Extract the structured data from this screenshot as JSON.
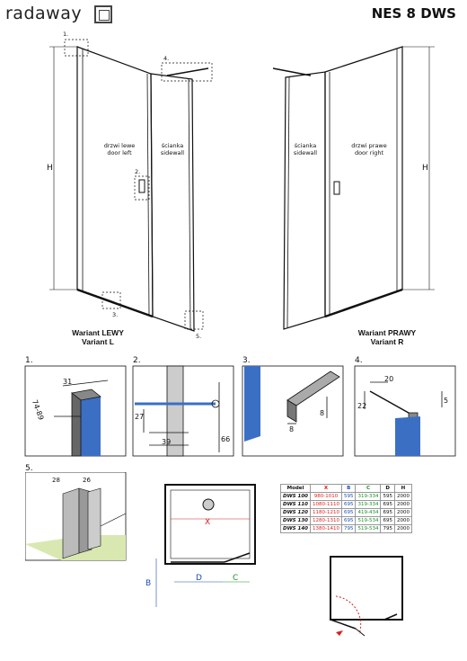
{
  "header": {
    "brand": "radaway",
    "model": "NES 8 DWS"
  },
  "main_drawing": {
    "left_panel_label": "drzwi lewe\ndoor left",
    "left_wall_label": "ścianka\nsidewall",
    "right_wall_label": "ścianka\nsidewall",
    "right_panel_label": "drzwi prawe\ndoor right",
    "height_label": "H",
    "callouts": [
      "1.",
      "2.",
      "3.",
      "4.",
      "5."
    ],
    "variant_left": "Wariant LEWY\nVariant L",
    "variant_right": "Wariant PRAWY\nVariant R"
  },
  "details": {
    "d1": {
      "num": "1.",
      "dims": [
        "31",
        "74-89"
      ]
    },
    "d2": {
      "num": "2.",
      "dims": [
        "27",
        "39",
        "66"
      ]
    },
    "d3": {
      "num": "3.",
      "dims": [
        "8",
        "8"
      ]
    },
    "d4": {
      "num": "4.",
      "dims": [
        "20",
        "22",
        "5"
      ]
    },
    "d5": {
      "num": "5.",
      "dims": [
        "28",
        "26"
      ]
    }
  },
  "plan": {
    "x": "X",
    "d": "D",
    "c": "C",
    "b": "B"
  },
  "spec_table": {
    "headers": [
      "Model",
      "X",
      "B",
      "C",
      "D",
      "H"
    ],
    "rows": [
      [
        "DWS 100",
        "980-1010",
        "595",
        "319-334",
        "595",
        "2000"
      ],
      [
        "DWS 110",
        "1080-1110",
        "695",
        "319-334",
        "695",
        "2000"
      ],
      [
        "DWS 120",
        "1180-1210",
        "695",
        "419-434",
        "695",
        "2000"
      ],
      [
        "DWS 130",
        "1280-1310",
        "695",
        "519-534",
        "695",
        "2000"
      ],
      [
        "DWS 140",
        "1380-1410",
        "795",
        "519-534",
        "795",
        "2000"
      ]
    ]
  },
  "colors": {
    "x": "#d22222",
    "b": "#1a4fb0",
    "c": "#1b8f2a",
    "glass": "#3a6fc4"
  }
}
